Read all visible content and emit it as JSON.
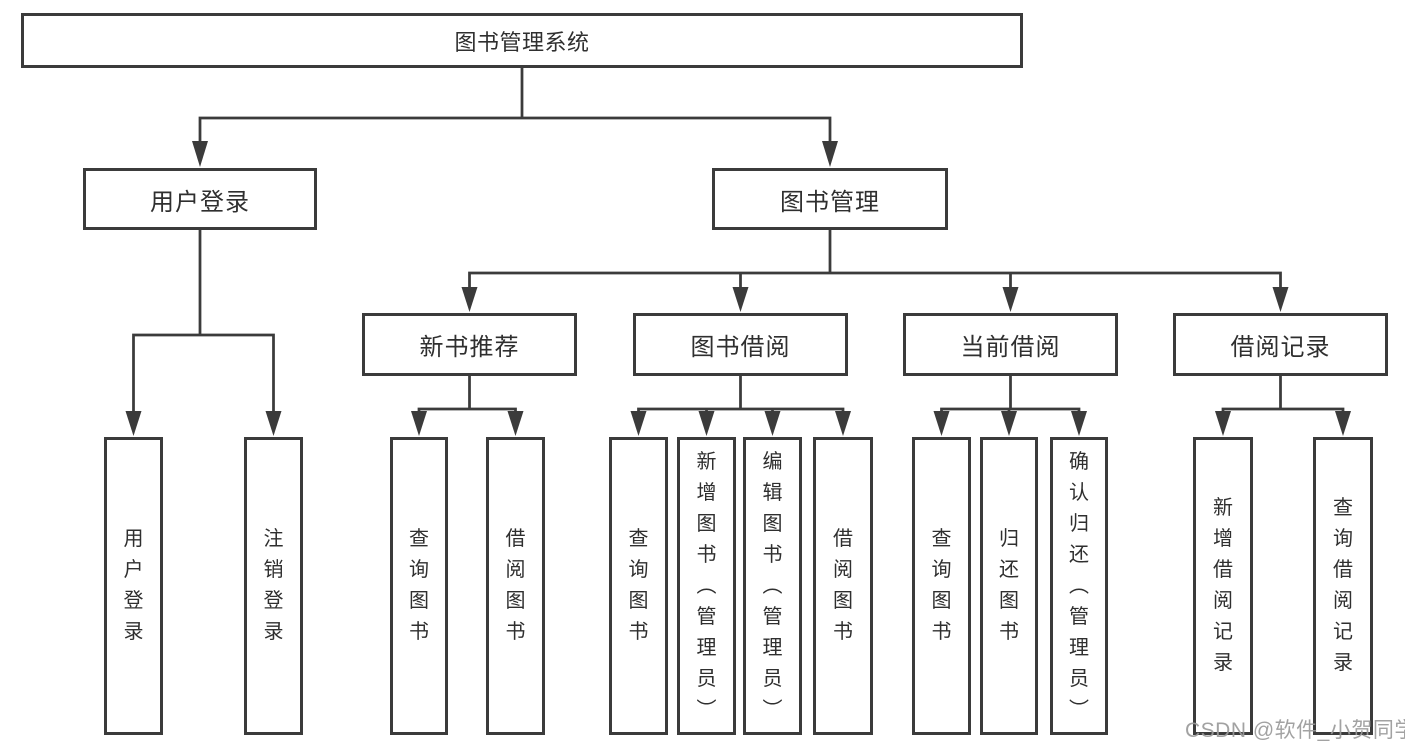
{
  "diagram": {
    "type": "hierarchy",
    "title": "图书管理系统",
    "nodes": {
      "root": "图书管理系统",
      "level2": [
        "用户登录",
        "图书管理"
      ],
      "level3": [
        "新书推荐",
        "图书借阅",
        "当前借阅",
        "借阅记录"
      ],
      "leaves": [
        "用户登录",
        "注销登录",
        "查询图书",
        "借阅图书",
        "查询图书",
        "新增图书（管理员）",
        "编辑图书（管理员）",
        "借阅图书",
        "查询图书",
        "归还图书",
        "确认归还（管理员）",
        "新增借阅记录",
        "查询借阅记录"
      ]
    },
    "hierarchy": {
      "图书管理系统": [
        "用户登录",
        "图书管理"
      ],
      "用户登录": [
        "用户登录",
        "注销登录"
      ],
      "图书管理": [
        "新书推荐",
        "图书借阅",
        "当前借阅",
        "借阅记录"
      ],
      "新书推荐": [
        "查询图书",
        "借阅图书"
      ],
      "图书借阅": [
        "查询图书",
        "新增图书（管理员）",
        "编辑图书（管理员）",
        "借阅图书"
      ],
      "当前借阅": [
        "查询图书",
        "归还图书",
        "确认归还（管理员）"
      ],
      "借阅记录": [
        "新增借阅记录",
        "查询借阅记录"
      ]
    },
    "colors": {
      "line": "#3b3b3b",
      "box_border": "#3b3b3b",
      "text": "#2f2f2f",
      "watermark": "#9b9b9b",
      "background": "#ffffff"
    }
  },
  "watermark": {
    "text": "CSDN @软件_小贺同学"
  }
}
